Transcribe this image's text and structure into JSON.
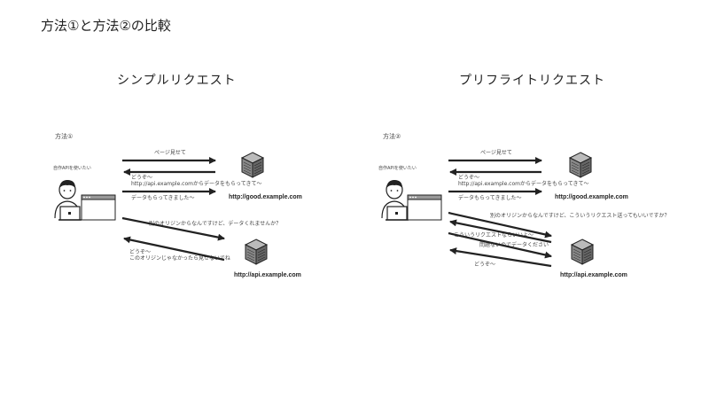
{
  "slide_title": "方法①と方法②の比較",
  "left_panel": {
    "title": "シンプルリクエスト",
    "method_label": "方法①",
    "user_caption": "自作APIを使いたい",
    "msg_page_request": "ページ見せて",
    "msg_page_reply_1": "どうぞ～",
    "msg_page_reply_2": "http://api.example.comからデータをもらってきて～",
    "msg_data_received": "データもらってきました～",
    "good_host": "http://good.example.com",
    "msg_cross_origin": "別のオリジンからなんですけど、データくれませんか？",
    "msg_api_reply_1": "どうぞ～",
    "msg_api_reply_2": "このオリジンじゃなかったら見せないでね",
    "api_host": "http://api.example.com"
  },
  "right_panel": {
    "title": "プリフライトリクエスト",
    "method_label": "方法②",
    "user_caption": "自作APIを使いたい",
    "msg_page_request": "ページ見せて",
    "msg_page_reply_1": "どうぞ～",
    "msg_page_reply_2": "http://api.example.comからデータをもらってきて～",
    "msg_data_received": "データもらってきました～",
    "good_host": "http://good.example.com",
    "msg_preflight": "別のオリジンからなんですけど、こういうリクエスト送ってもいいですか？",
    "msg_preflight_ok": "こういうリクエストならいいよ～",
    "msg_actual_request": "問題ないのでデータください",
    "msg_actual_reply": "どうぞ～",
    "api_host": "http://api.example.com"
  },
  "colors": {
    "ink": "#222222",
    "paper": "#ffffff",
    "server_grey": "#555555",
    "skin": "#ffffff"
  },
  "icons": [
    "user-icon",
    "laptop-icon",
    "browser-window-icon",
    "server-icon"
  ]
}
